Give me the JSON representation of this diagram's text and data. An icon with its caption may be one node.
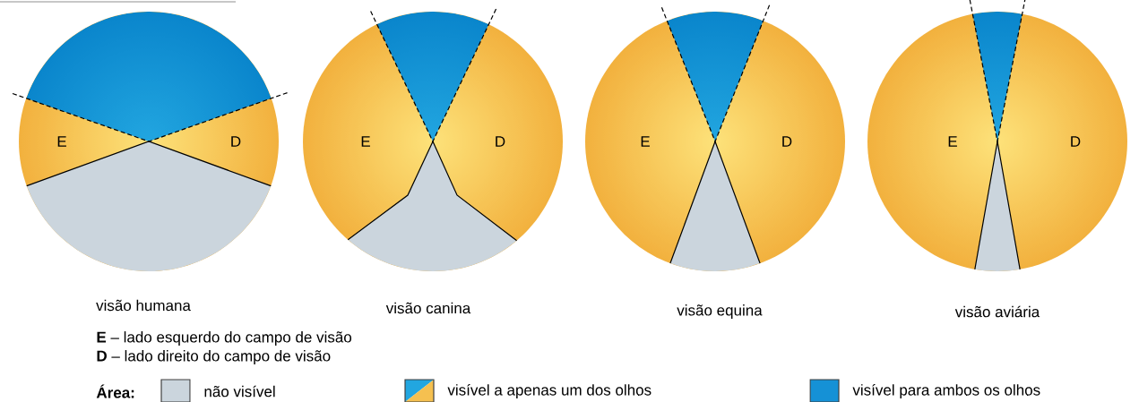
{
  "diagram": {
    "nodes": [
      {
        "text": [
          "E",
          "D"
        ],
        "beside": [
          "visão humana"
        ]
      },
      {
        "text": [
          "E",
          "D"
        ],
        "beside": [
          "visão canina"
        ]
      },
      {
        "text": [
          "E",
          "D"
        ],
        "beside": [
          "visão equina"
        ]
      },
      {
        "text": [
          "E",
          "D"
        ],
        "beside": [
          "visão aviária"
        ]
      }
    ],
    "labels": [
      "**E** – lado esquerdo do campo de visão",
      "**D** – lado direito do campo de visão",
      "Área:"
    ],
    "legend": [
      {
        "text": "não visível",
        "color": "#cbd5dd"
      },
      {
        "text": "visível a apenas um dos olhos"
      },
      {
        "text": "visível para ambos os olhos",
        "color": "#1591d6"
      }
    ]
  }
}
